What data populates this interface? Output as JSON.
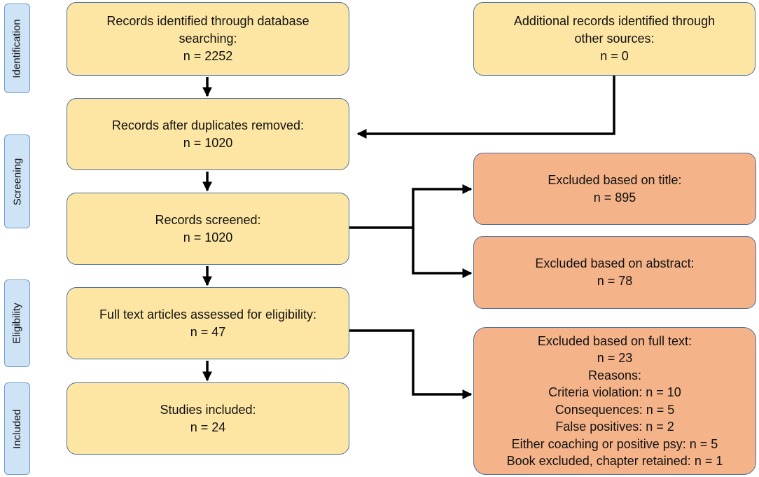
{
  "stages": {
    "identification": "Identification",
    "screening": "Screening",
    "eligibility": "Eligibility",
    "included": "Included"
  },
  "boxes": {
    "database": {
      "line1": "Records identified through database",
      "line2": "searching:",
      "count": "n = 2252"
    },
    "other": {
      "line1": "Additional records identified through",
      "line2": "other sources:",
      "count": "n = 0"
    },
    "duplicates": {
      "line1": "Records after duplicates removed:",
      "count": "n = 1020"
    },
    "screened": {
      "line1": "Records screened:",
      "count": "n = 1020"
    },
    "fulltext": {
      "line1": "Full text articles assessed for eligibility:",
      "count": "n = 47"
    },
    "included": {
      "line1": "Studies included:",
      "count": "n = 24"
    },
    "excl_title": {
      "line1": "Excluded based on title:",
      "count": "n = 895"
    },
    "excl_abstract": {
      "line1": "Excluded based on abstract:",
      "count": "n = 78"
    },
    "excl_fulltext": {
      "line1": "Excluded based on full text:",
      "count": "n = 23",
      "reasons_label": "Reasons:",
      "reasons": [
        "Criteria violation: n = 10",
        "Consequences:  n = 5",
        "False positives: n = 2",
        "Either coaching or positive psy: n = 5",
        "Book excluded, chapter retained: n = 1"
      ]
    }
  },
  "colors": {
    "stage_fill": "#cfe3f6",
    "main_box_fill": "#fde6a3",
    "exclusion_box_fill": "#f4b389",
    "box_border": "#4e6f9a",
    "arrow": "#000000"
  }
}
